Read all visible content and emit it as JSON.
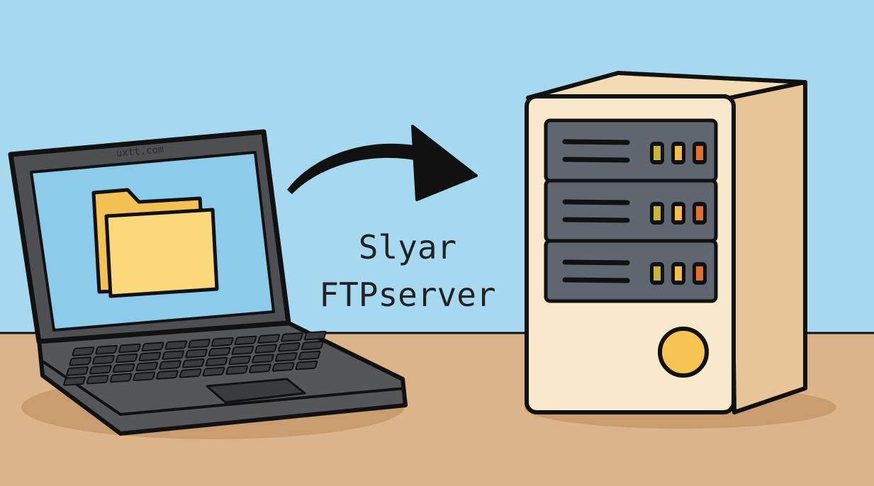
{
  "laptop": {
    "bezel_label": "uxtt.com"
  },
  "caption": {
    "line1": "Slyar",
    "line2": "FTPserver"
  },
  "colors": {
    "sky": "#a6d8ef",
    "floor": "#ddb48a",
    "laptop_body": "#545659",
    "screen": "#8ccbe9",
    "folder_back": "#f4c155",
    "folder_front": "#fbd87c",
    "server_front": "#f8e8cc",
    "server_side": "#e6c597",
    "rack": "#5f6670",
    "led_1": "#c8b43a",
    "led_2": "#f3bd4c",
    "led_3": "#e0712c",
    "power_button": "#f6c453"
  }
}
